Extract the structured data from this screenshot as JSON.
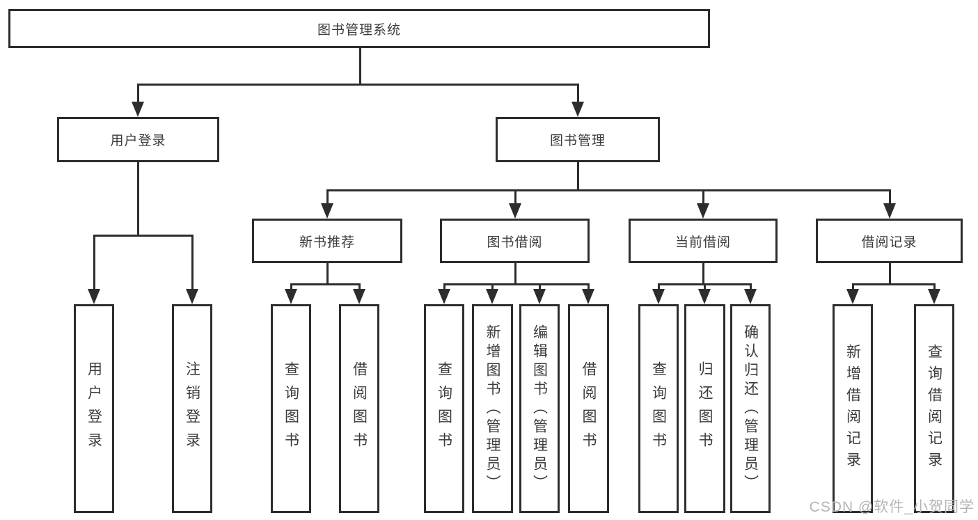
{
  "watermark": "CSDN @软件_小贺同学",
  "colors": {
    "line": "#2d2d2d",
    "text": "#3b3b3b",
    "watermark": "#b5b5b5",
    "background": "#ffffff"
  },
  "tree": {
    "root": "图书管理系统",
    "user_login": {
      "label": "用户登录",
      "children": [
        "用户登录",
        "注销登录"
      ]
    },
    "book_mgmt": {
      "label": "图书管理",
      "groups": [
        {
          "label": "新书推荐",
          "children": [
            "查询图书",
            "借阅图书"
          ]
        },
        {
          "label": "图书借阅",
          "children": [
            "查询图书",
            "新增图书（管理员）",
            "编辑图书（管理员）",
            "借阅图书"
          ]
        },
        {
          "label": "当前借阅",
          "children": [
            "查询图书",
            "归还图书",
            "确认归还（管理员）"
          ]
        },
        {
          "label": "借阅记录",
          "children": [
            "新增借阅记录",
            "查询借阅记录"
          ]
        }
      ]
    }
  }
}
